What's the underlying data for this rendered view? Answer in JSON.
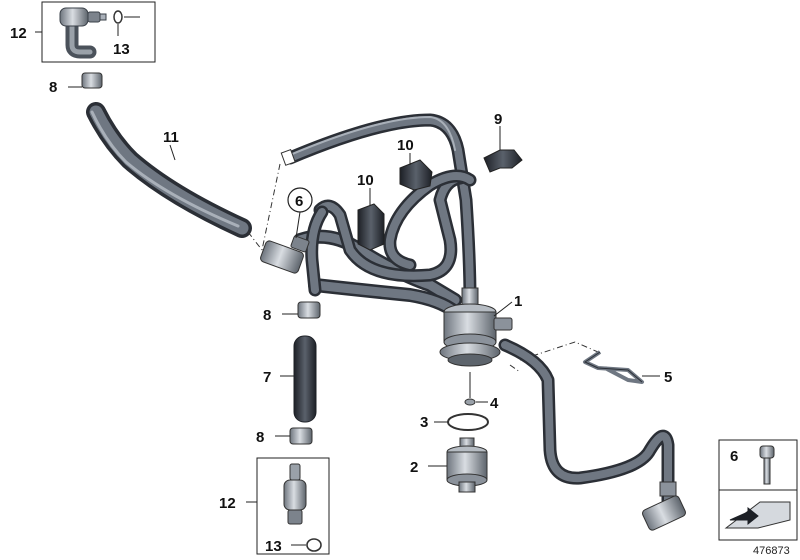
{
  "diagram": {
    "figure_number": "476873",
    "callouts": {
      "c1": "1",
      "c2": "2",
      "c3": "3",
      "c4": "4",
      "c5": "5",
      "c6": "6",
      "c7": "7",
      "c8a": "8",
      "c8b": "8",
      "c8c": "8",
      "c9": "9",
      "c10a": "10",
      "c10b": "10",
      "c11": "11",
      "c12a": "12",
      "c12b": "12",
      "c13a": "13",
      "c13b": "13",
      "legend_6": "6"
    },
    "colors": {
      "hose_dark": "#2b2f36",
      "hose_mid": "#6f7782",
      "metal": "#9aa1a9",
      "outline": "#222222"
    }
  }
}
